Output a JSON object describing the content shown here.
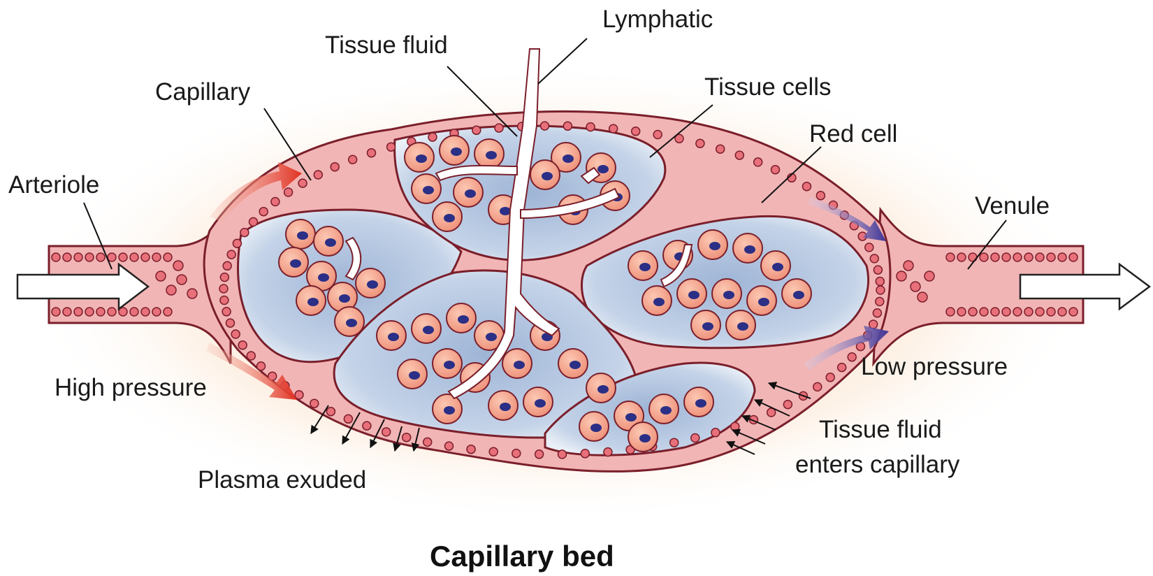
{
  "title": "Capillary bed",
  "labels": {
    "lymphatic": "Lymphatic",
    "tissue_fluid": "Tissue fluid",
    "capillary": "Capillary",
    "tissue_cells": "Tissue cells",
    "red_cell": "Red cell",
    "arteriole": "Arteriole",
    "venule": "Venule",
    "high_pressure": "High pressure",
    "low_pressure": "Low pressure",
    "tissue_fluid_enters_line1": "Tissue fluid",
    "tissue_fluid_enters_line2": "enters capillary",
    "plasma_exuded": "Plasma exuded"
  },
  "colors": {
    "vessel_fill": "#f2b5b5",
    "vessel_outline": "#7a1f2b",
    "red_cell_fill": "#e8707a",
    "tissue_blue": "#b4c6e0",
    "tissue_cell_fill": "#f2a48c",
    "nucleus": "#2b2f86",
    "lymphatic_fill": "#ffffff",
    "high_pressure_arrow": "#e03020",
    "low_pressure_arrow": "#4a3d99",
    "background_glow": "#fbe8d6"
  }
}
